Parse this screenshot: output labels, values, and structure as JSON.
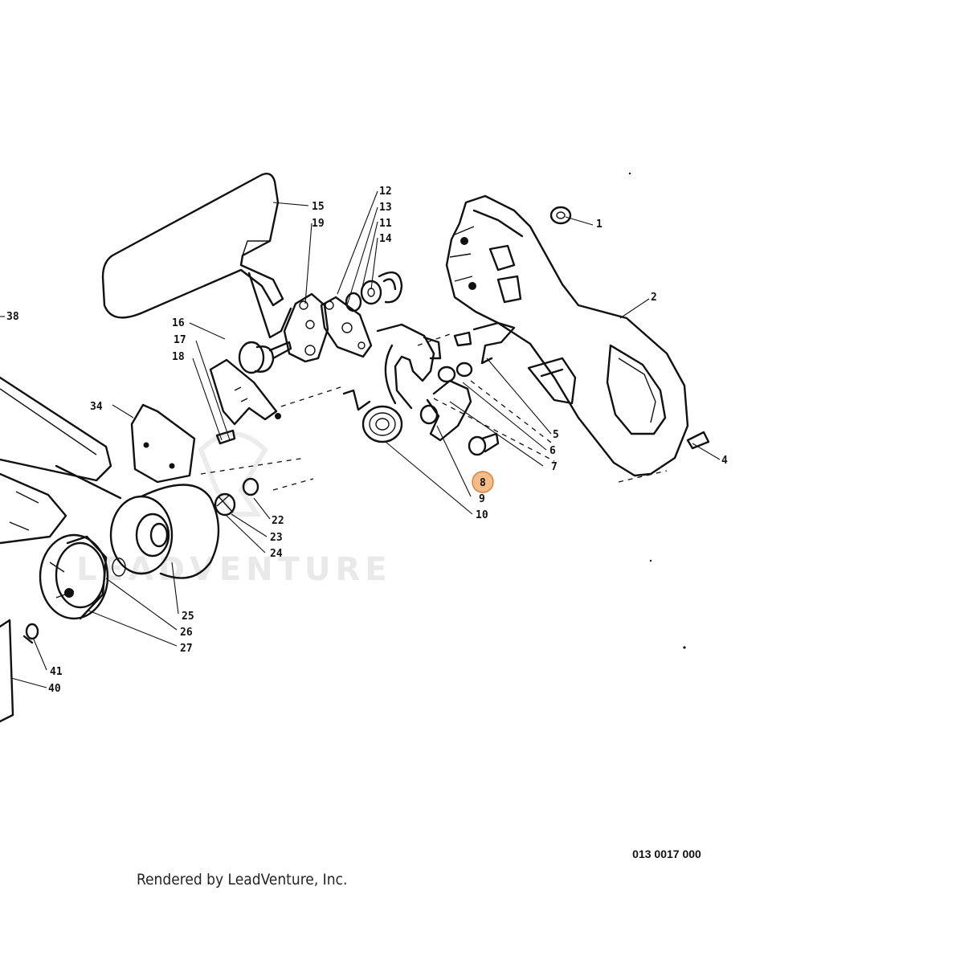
{
  "watermark": {
    "text": "LEADVENTURE"
  },
  "document_code": "013 0017 000",
  "credit": "Rendered by LeadVenture, Inc.",
  "highlight_color": "#f0a560",
  "selected_part": "8",
  "parts": [
    {
      "id": "p1",
      "label": "1"
    },
    {
      "id": "p2",
      "label": "2"
    },
    {
      "id": "p4",
      "label": "4"
    },
    {
      "id": "p5",
      "label": "5"
    },
    {
      "id": "p6",
      "label": "6"
    },
    {
      "id": "p7",
      "label": "7"
    },
    {
      "id": "p8",
      "label": "8"
    },
    {
      "id": "p9",
      "label": "9"
    },
    {
      "id": "p10",
      "label": "10"
    },
    {
      "id": "p11",
      "label": "11"
    },
    {
      "id": "p12",
      "label": "12"
    },
    {
      "id": "p13",
      "label": "13"
    },
    {
      "id": "p14",
      "label": "14"
    },
    {
      "id": "p15",
      "label": "15"
    },
    {
      "id": "p16",
      "label": "16"
    },
    {
      "id": "p17",
      "label": "17"
    },
    {
      "id": "p18",
      "label": "18"
    },
    {
      "id": "p19",
      "label": "19"
    },
    {
      "id": "p22",
      "label": "22"
    },
    {
      "id": "p23",
      "label": "23"
    },
    {
      "id": "p24",
      "label": "24"
    },
    {
      "id": "p25",
      "label": "25"
    },
    {
      "id": "p26",
      "label": "26"
    },
    {
      "id": "p27",
      "label": "27"
    },
    {
      "id": "p34",
      "label": "34"
    },
    {
      "id": "p38",
      "label": "38"
    },
    {
      "id": "p40",
      "label": "40"
    },
    {
      "id": "p41",
      "label": "41"
    }
  ]
}
